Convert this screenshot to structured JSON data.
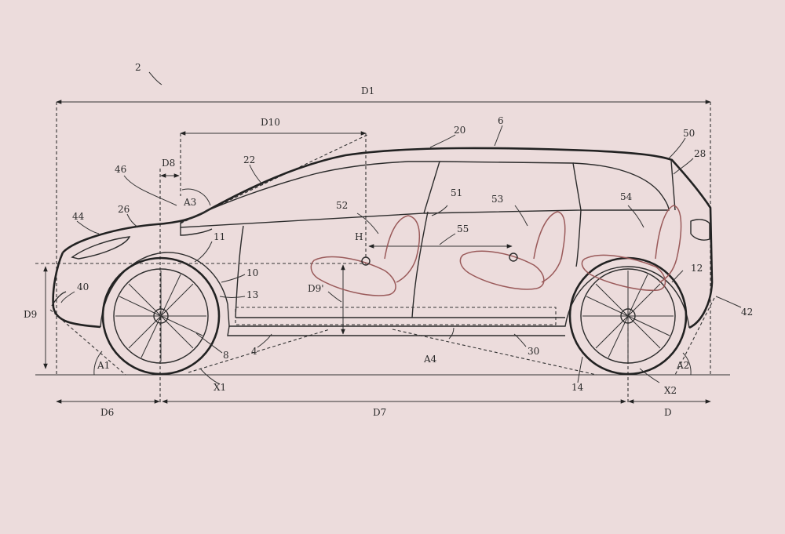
{
  "figure": {
    "ref_numeral": "2",
    "dimension_labels": [
      "D1",
      "D10",
      "D8",
      "D9",
      "D9'",
      "D6",
      "D7",
      "D",
      "A1",
      "A2",
      "A3",
      "A4",
      "H",
      "X1",
      "X2"
    ],
    "part_numerals": [
      "20",
      "6",
      "50",
      "28",
      "22",
      "46",
      "44",
      "26",
      "11",
      "10",
      "40",
      "13",
      "8",
      "4",
      "52",
      "51",
      "53",
      "54",
      "55",
      "12",
      "30",
      "14",
      "42"
    ],
    "colors": {
      "background": "#ecdcdc",
      "line": "#2b2b2b",
      "seat_outline": "#9a5a5a"
    }
  }
}
